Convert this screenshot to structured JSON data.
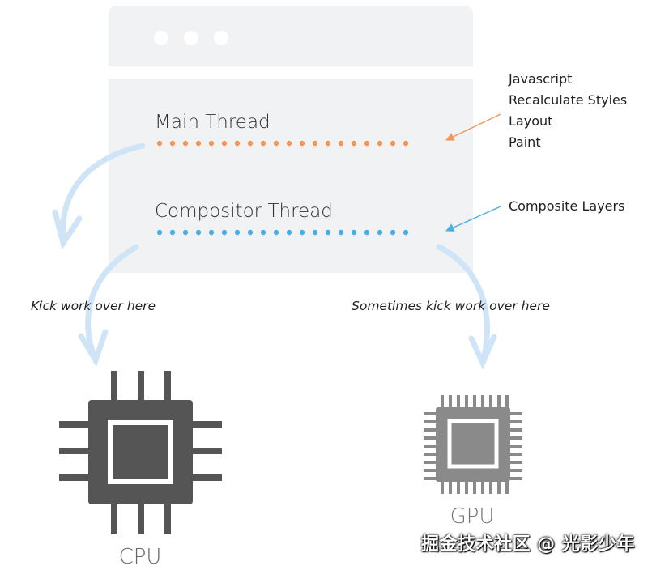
{
  "threads": {
    "main": "Main Thread",
    "compositor": "Compositor Thread"
  },
  "main_tasks": [
    "Javascript",
    "Recalculate Styles",
    "Layout",
    "Paint"
  ],
  "compositor_tasks": [
    "Composite Layers"
  ],
  "labels": {
    "kick_work": "Kick work over here",
    "sometimes_kick_work": "Sometimes kick work over here"
  },
  "processors": {
    "cpu": "CPU",
    "gpu": "GPU"
  },
  "watermark": "掘金技术社区 @ 光影少年",
  "colors": {
    "main_thread": "#f2955a",
    "compositor_thread": "#4aaee6",
    "window_bg": "#f1f2f3",
    "curve": "#cfe5f7",
    "cpu_chip": "#555555",
    "gpu_chip": "#8a8a8a"
  }
}
